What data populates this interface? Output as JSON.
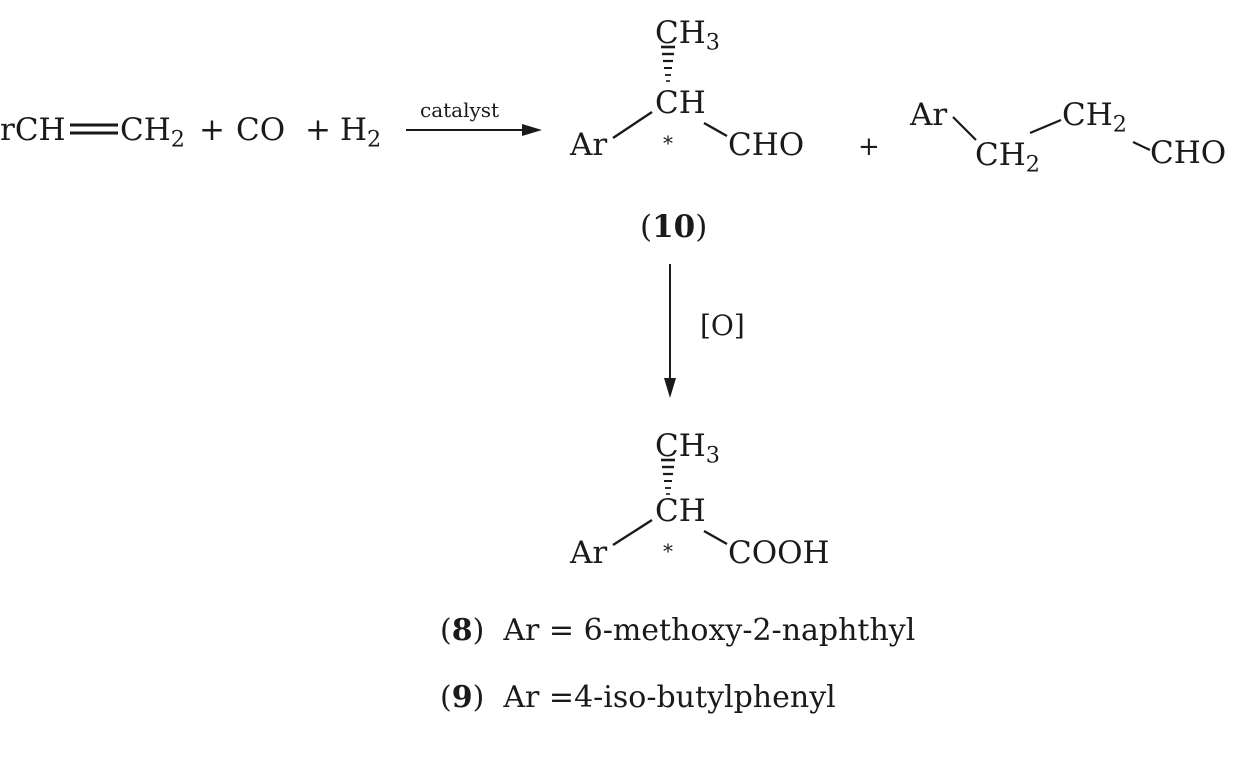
{
  "reaction": {
    "reactants": {
      "alkene_left": "rCH",
      "alkene_right": "CH",
      "alkene_right_sub": "2",
      "plus1": "+",
      "co": "CO",
      "plus2": "+",
      "h2": "H",
      "h2_sub": "2"
    },
    "arrow1": {
      "label": "catalyst"
    },
    "product_branched": {
      "ch3": "CH",
      "ch3_sub": "3",
      "ch": "CH",
      "ar": "Ar",
      "stereo_mark": "*",
      "cho": "CHO",
      "label_open": "(",
      "label_num": "10",
      "label_close": ")"
    },
    "plus3": "+",
    "product_linear": {
      "ar": "Ar",
      "ch2a": "CH",
      "ch2a_sub": "2",
      "ch2b": "CH",
      "ch2b_sub": "2",
      "cho": "CHO"
    },
    "arrow2": {
      "label": "[O]"
    },
    "product_acid": {
      "ch3": "CH",
      "ch3_sub": "3",
      "ch": "CH",
      "ar": "Ar",
      "stereo_mark": "*",
      "cooh": "COOH"
    },
    "definitions": [
      {
        "open": "(",
        "num": "8",
        "close": ")",
        "text": "Ar = 6-methoxy-2-naphthyl"
      },
      {
        "open": "(",
        "num": "9",
        "close": ")",
        "text": "Ar =4-iso-butylphenyl"
      }
    ]
  }
}
